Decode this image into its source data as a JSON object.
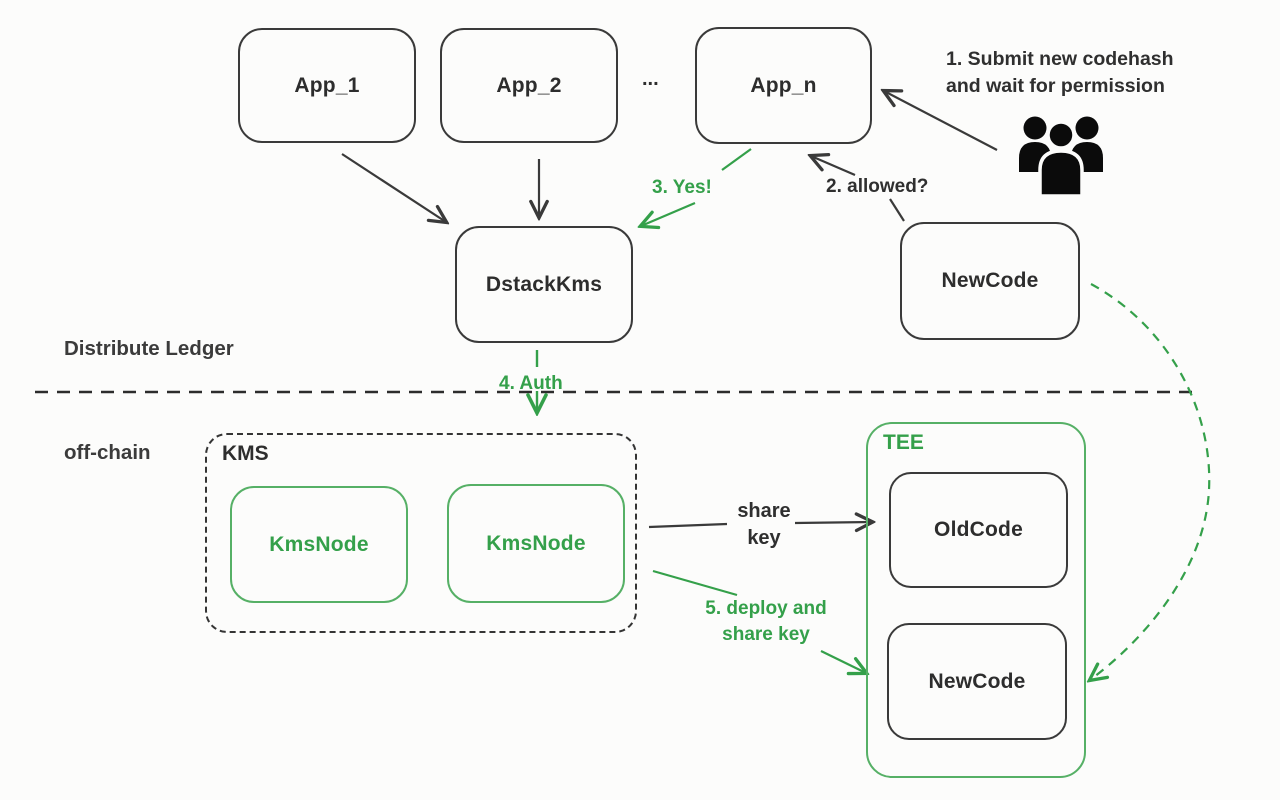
{
  "colors": {
    "ink": "#2e2e2e",
    "green": "#34a04a",
    "green_border": "#56b066",
    "background": "#fcfcfb"
  },
  "regions": {
    "on_chain_label": "Distribute Ledger",
    "off_chain_label": "off-chain"
  },
  "labels": {
    "ellipsis": "..."
  },
  "nodes": {
    "app1": "App_1",
    "app2": "App_2",
    "appn": "App_n",
    "dstack_kms": "DstackKms",
    "new_code_onchain": "NewCode",
    "kms_group": "KMS",
    "kms_node_1": "KmsNode",
    "kms_node_2": "KmsNode",
    "tee_group": "TEE",
    "old_code": "OldCode",
    "new_code_tee": "NewCode"
  },
  "annotations": {
    "step1": "1. Submit new codehash\nand wait for permission",
    "step2": "2. allowed?",
    "step3": "3. Yes!",
    "step4": "4. Auth",
    "step5": "5. deploy and\nshare key",
    "share_key": "share\nkey"
  },
  "icons": {
    "users_group": "users-group-icon"
  }
}
